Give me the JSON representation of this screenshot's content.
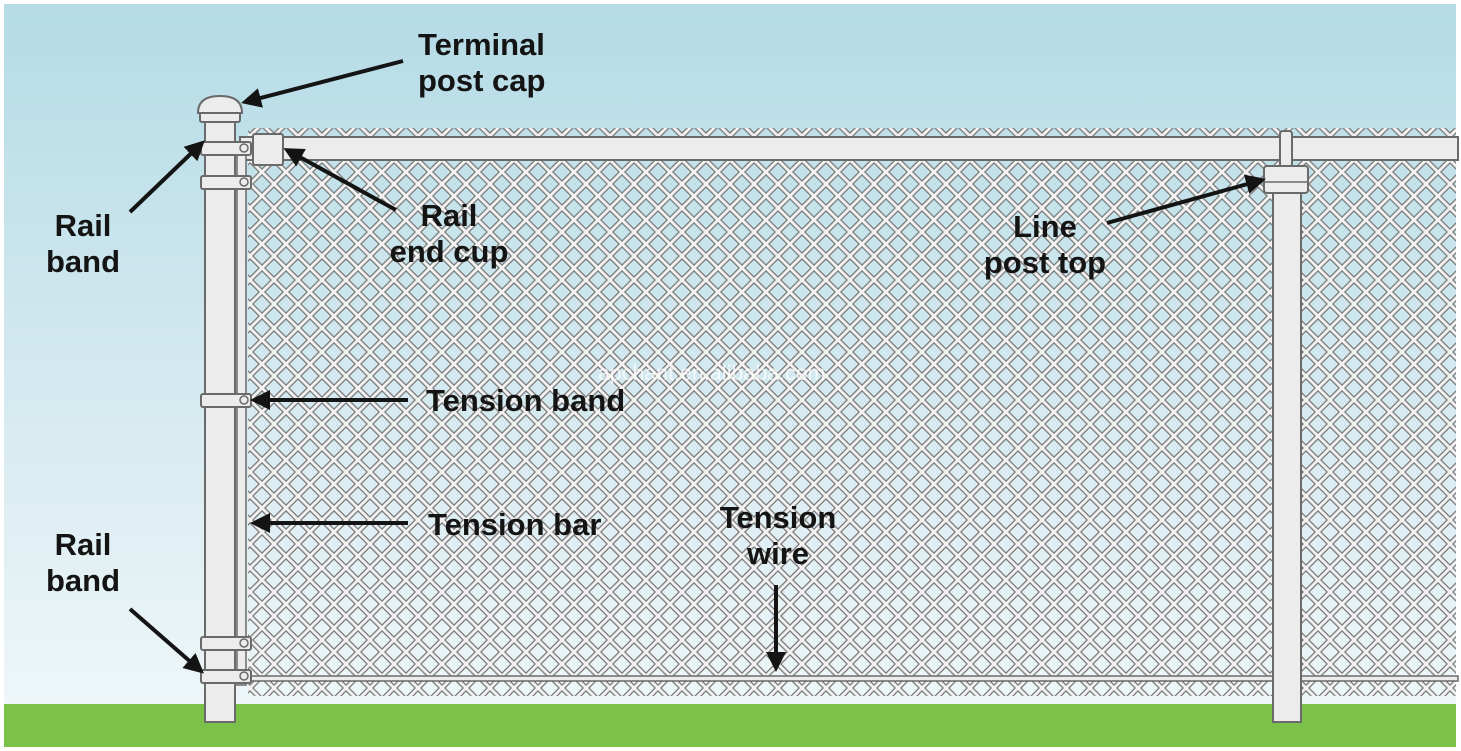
{
  "labels": {
    "terminal_post_cap": [
      "Terminal",
      "post cap"
    ],
    "rail_band_top": [
      "Rail",
      "band"
    ],
    "rail_end_cup": [
      "Rail",
      "end cup"
    ],
    "line_post_top": [
      "Line",
      "post top"
    ],
    "tension_band": "Tension band",
    "tension_bar": "Tension bar",
    "tension_wire": [
      "Tension",
      "wire"
    ],
    "rail_band_bottom": [
      "Rail",
      "band"
    ]
  },
  "watermark": "apchant.en.alibaba.com",
  "colors": {
    "sky_top": "#b5dbe6",
    "sky_bottom": "#eef6f8",
    "grass": "#7cc24a",
    "post": "#ececec",
    "outline": "#6a6a6a",
    "arrow": "#141414"
  }
}
